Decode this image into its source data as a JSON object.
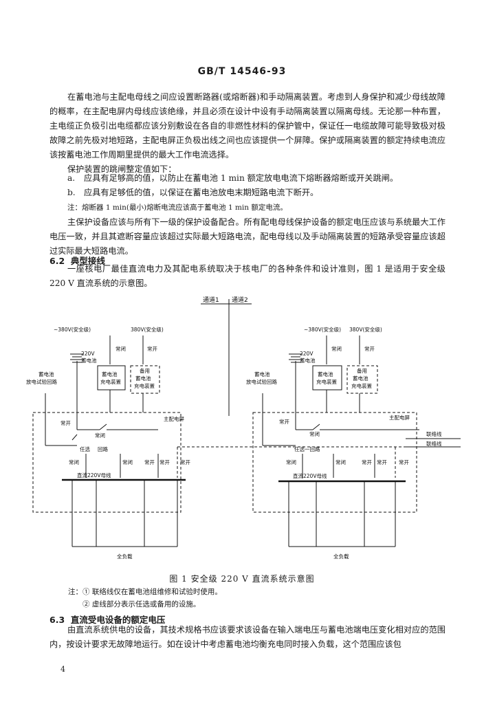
{
  "header": {
    "standard_number": "GB/T 14546-93"
  },
  "paragraphs": {
    "p1": "在蓄电池与主配电母线之间应设置断路器(或熔断器)和手动隔离装置。考虑到人身保护和减少母线故障的概率，在主配电屏内母线应该绝缘，并且必须在设计中设有手动隔离装置以隔离母线。无论那一种布置，主电缆正负极引出电缆都应该分别敷设在各自的非燃性材料的保护管中，保证任一电缆故障可能导致极对极故障之前先极对地短路，主配电屏正负极出线之间也应该提供一个屏障。保护或隔离装置的额定持续电流应该按蓄电池工作周期里提供的最大工作电流选择。",
    "p2": "保护装置的跳闸整定值如下：",
    "list_a_marker": "a.",
    "list_a": "应具有足够高的值，以防止在蓄电池 1 min 额定放电电流下熔断器熔断或开关跳闸。",
    "list_b_marker": "b.",
    "list_b": "应具有足够低的值，以保证在蓄电池放电末期短路电流下断开。",
    "note1": "注：熔断器 1 min(最小)熔断电流应该高于蓄电池 1 min 额定电流。",
    "p3": "主保护设备应该与所有下一级的保护设备配合。所有配电母线保护设备的额定电压应该与系统最大工作电压一致，并且其遮断容量应该超过实际最大短路电流，配电母线以及手动隔离装置的短路承受容量应该超过实际最大短路电流。",
    "p4": "一座核电厂最佳直流电力及其配电系统取决于核电厂的各种条件和设计准则，图 1 是适用于安全级 220 V 直流系统的示意图。",
    "p5": "由直流系统供电的设备，其技术规格书应该要求该设备在输入端电压与蓄电池端电压变化相对应的范围内，按设计要求无故障地运行。如在设计中考虑蓄电池均衡充电同时接入负载，这个范围应该包"
  },
  "sections": {
    "s62_number": "6.2",
    "s62_title": "典型接线",
    "s63_number": "6.3",
    "s63_title": "直流受电设备的额定电压"
  },
  "diagram": {
    "channel1": "通道1",
    "channel2": "通道2",
    "left": {
      "ac1": "~380V(安全级)",
      "ac2": "380V(安全级)",
      "battery_v": "220V",
      "battery": "蓄电池",
      "nc1": "常闭",
      "no1": "常开",
      "charger": [
        "蓄电池",
        "充电装置"
      ],
      "spare_charger": [
        "备用",
        "蓄电池",
        "充电装置"
      ],
      "test_loop": [
        "蓄电池",
        "放电试验回路"
      ],
      "no2": "常开",
      "panel": "主配电屏",
      "nc2": "常闭",
      "select": "任选",
      "loop": "回路",
      "nc3": "常闭",
      "nc4": "常闭",
      "no3": "常开",
      "no4": "常开",
      "no5": "常开",
      "bus": "直流220V母线",
      "load": "全负载"
    },
    "right": {
      "ac1": "~380V(安全级)",
      "ac2": "380V(安全级)",
      "battery_v": "220V",
      "battery": "蓄电池",
      "nc1": "常闭",
      "no1": "常开",
      "charger": [
        "蓄电池",
        "充电装置"
      ],
      "spare_charger": [
        "备用",
        "蓄电池",
        "充电装置"
      ],
      "test_loop": [
        "蓄电池",
        "放电试验回路"
      ],
      "no2": "常开",
      "panel": "主配电屏",
      "nc2": "常闭",
      "select_loop": "任选一回路",
      "tie1": "联络线",
      "tie2": "联络线",
      "nc3": "常闭",
      "nc4": "常闭",
      "no3": "常开",
      "no4": "常开",
      "no5": "常开",
      "bus": "直流220V母线",
      "load": "全负载"
    }
  },
  "figure": {
    "caption": "图 1  安全级 220 V 直流系统示意图",
    "note1": "注：① 联络线仅在蓄电池组维修和试验时使用。",
    "note2": "② 虚线部分表示任选或备用的设施。"
  },
  "page_number": "4"
}
